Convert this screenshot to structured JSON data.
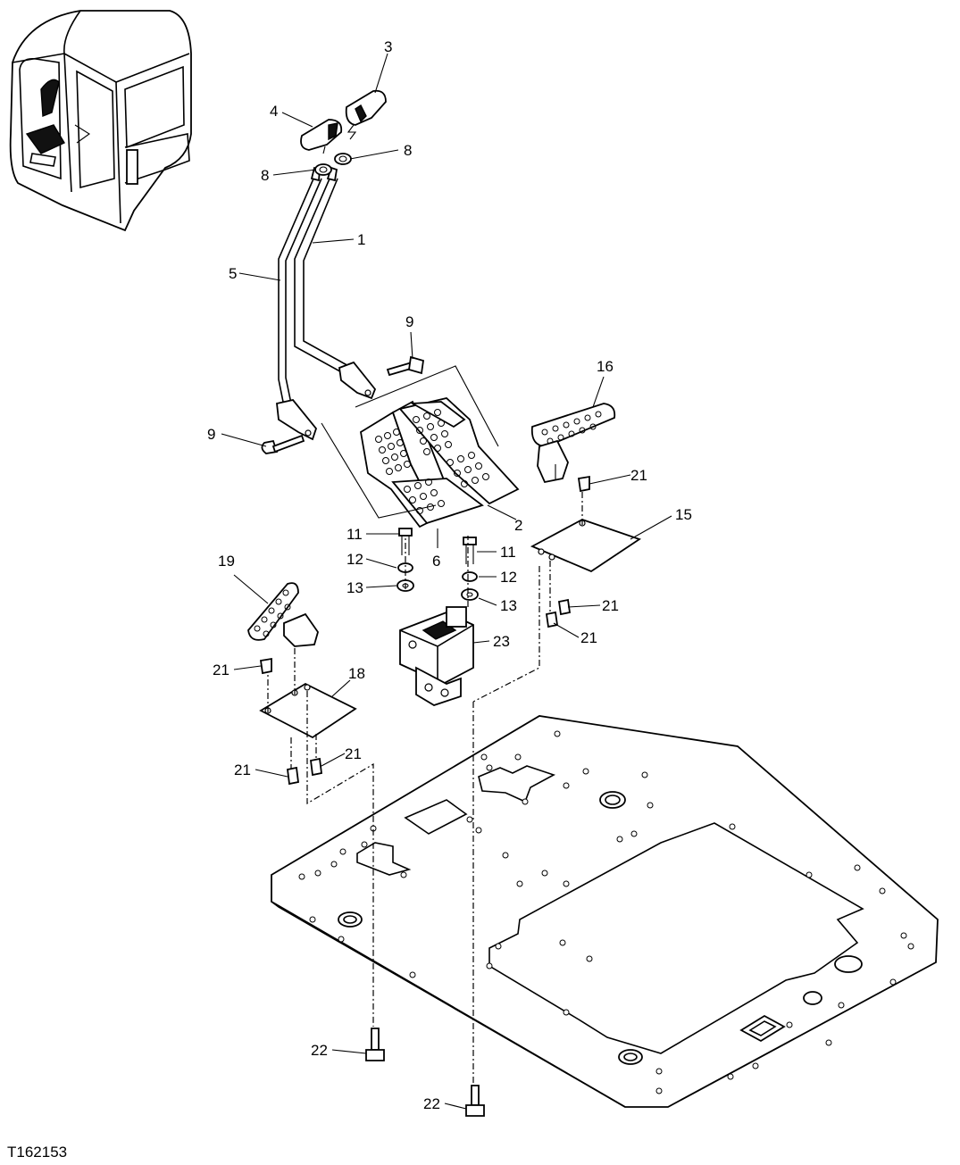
{
  "figure_id": "T162153",
  "callouts": {
    "c1": "1",
    "c2": "2",
    "c3": "3",
    "c4": "4",
    "c5": "5",
    "c6": "6",
    "c8a": "8",
    "c8b": "8",
    "c9a": "9",
    "c9b": "9",
    "c11a": "11",
    "c11b": "11",
    "c12a": "12",
    "c12b": "12",
    "c13a": "13",
    "c13b": "13",
    "c15": "15",
    "c16": "16",
    "c18": "18",
    "c19": "19",
    "c21a": "21",
    "c21b": "21",
    "c21c": "21",
    "c21d": "21",
    "c21e": "21",
    "c21f": "21",
    "c22a": "22",
    "c22b": "22",
    "c23": "23"
  }
}
